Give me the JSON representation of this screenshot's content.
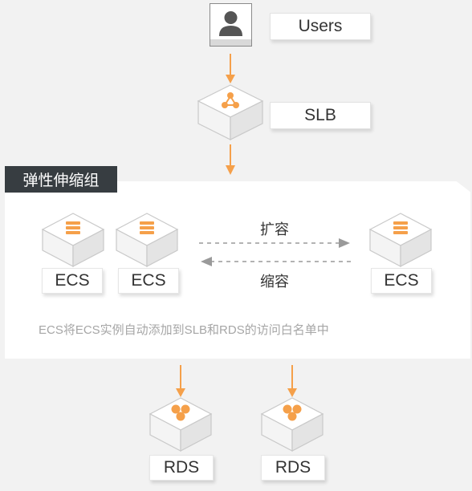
{
  "nodes": {
    "users_label": "Users",
    "slb_label": "SLB",
    "ecs_label": "ECS",
    "rds_label": "RDS"
  },
  "group": {
    "title": "弹性伸缩组",
    "scale_out": "扩容",
    "scale_in": "缩容",
    "note": "ECS将ECS实例自动添加到SLB和RDS的访问白名单中"
  },
  "colors": {
    "accent": "#f5a04a",
    "group_title_bg": "#373d41",
    "background": "#f2f2f2"
  }
}
